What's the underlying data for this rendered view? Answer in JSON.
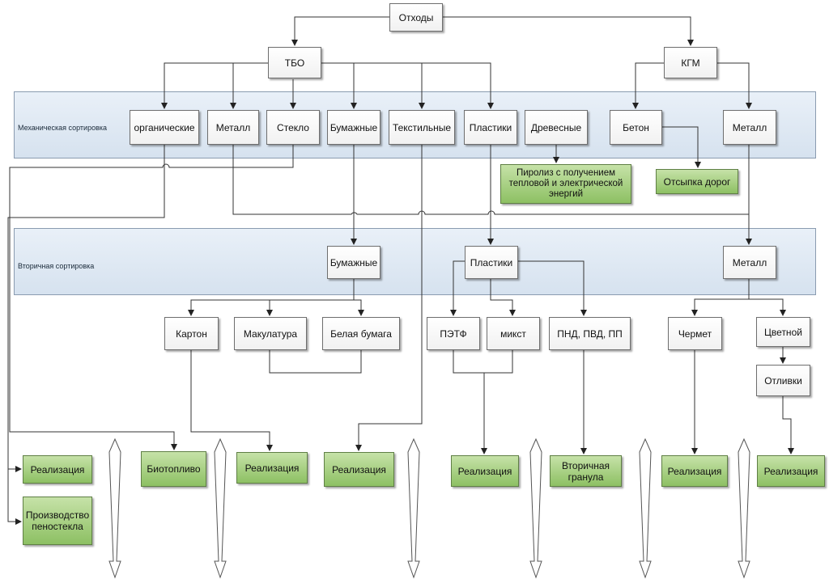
{
  "colors": {
    "band_fill": "#dbe6f2",
    "green_box": "#a6d07e",
    "line": "#333333"
  },
  "bands": {
    "mechanical": "Механическая сортировка",
    "secondary": "Вторичная сортировка"
  },
  "nodes": {
    "root": "Отходы",
    "tbo": "ТБО",
    "kgm": "КГМ",
    "organic": "органические",
    "metal1": "Металл",
    "glass": "Стекло",
    "paper1": "Бумажные",
    "textile": "Текстильные",
    "plastic1": "Пластики",
    "wood": "Древесные",
    "concrete": "Бетон",
    "metal2": "Металл",
    "pyrolysis": "Пиролиз с получением тепловой и электрической энергий",
    "road": "Отсыпка дорог",
    "paper2": "Бумажные",
    "plastic2": "Пластики",
    "metal3": "Металл",
    "karton": "Картон",
    "makulatura": "Макулатура",
    "white_paper": "Белая бумага",
    "petf": "ПЭТФ",
    "mix": "микст",
    "pnd": "ПНД, ПВД, ПП",
    "chermet": "Чермет",
    "tsvetnoy": "Цветной",
    "otlivki": "Отливки",
    "real1": "Реализация",
    "foam_glass": "Производство пеностекла",
    "biofuel": "Биотопливо",
    "real2": "Реализация",
    "real3": "Реализация",
    "real4": "Реализация",
    "granule": "Вторичная гранула",
    "real5": "Реализация",
    "real6": "Реализация"
  }
}
